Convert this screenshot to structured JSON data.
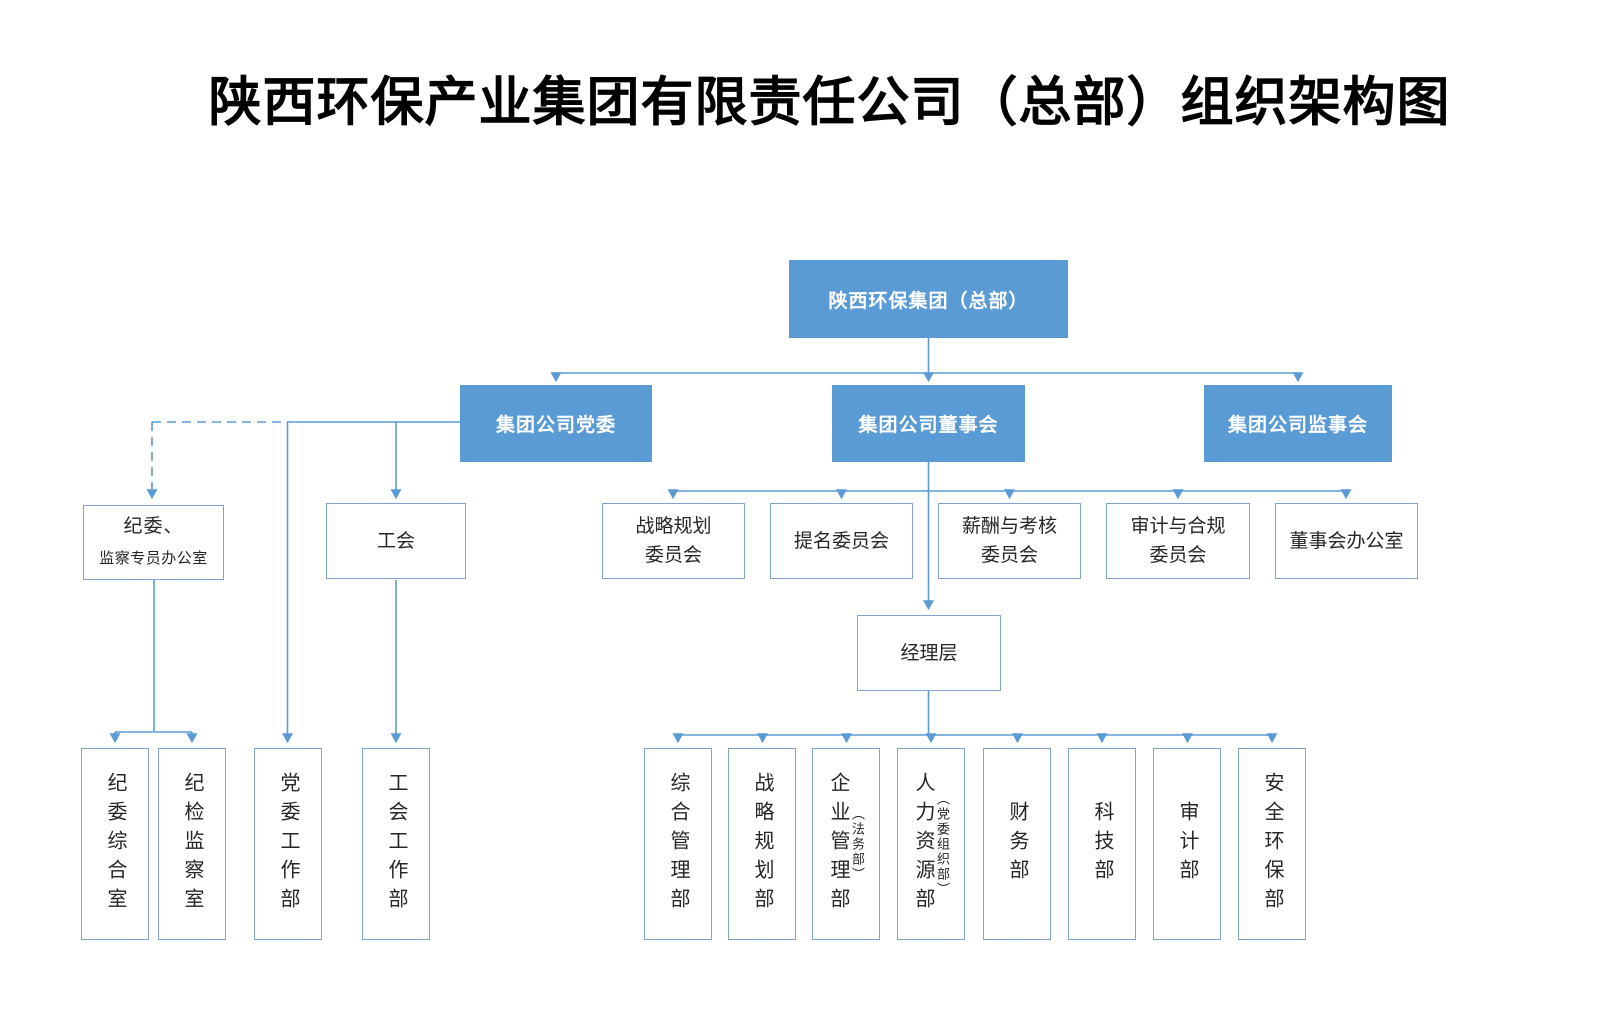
{
  "title": "陕西环保产业集团有限责任公司（总部）组织架构图",
  "colors": {
    "node_fill_blue": "#5b9bd5",
    "node_text_on_blue": "#ffffff",
    "connector_line": "#5b9bd5",
    "white_box_border": "#7fa3cd",
    "text": "#262626"
  },
  "nodes": {
    "hq": {
      "label": "陕西环保集团（总部）"
    },
    "party_committee": {
      "label": "集团公司党委"
    },
    "board": {
      "label": "集团公司董事会"
    },
    "supervisory_board": {
      "label": "集团公司监事会"
    },
    "discipline_office": {
      "line1": "纪委、",
      "line2": "监察专员办公室"
    },
    "labor_union": {
      "label": "工会"
    },
    "management_layer": {
      "label": "经理层"
    }
  },
  "board_committees": [
    {
      "label": "战略规划\n委员会"
    },
    {
      "label": "提名委员会"
    },
    {
      "label": "薪酬与考核\n委员会"
    },
    {
      "label": "审计与合规\n委员会"
    },
    {
      "label": "董事会办公室"
    }
  ],
  "party_departments": [
    {
      "label": "纪委综合室"
    },
    {
      "label": "纪检监察室"
    },
    {
      "label": "党委工作部"
    },
    {
      "label": "工会工作部"
    }
  ],
  "management_departments": [
    {
      "label": "综合管理部",
      "sub": ""
    },
    {
      "label": "战略规划部",
      "sub": ""
    },
    {
      "label": "企业管理部",
      "sub": "（法务部）"
    },
    {
      "label": "人力资源部",
      "sub": "（党委组织部）"
    },
    {
      "label": "财务部",
      "sub": ""
    },
    {
      "label": "科技部",
      "sub": ""
    },
    {
      "label": "审计部",
      "sub": ""
    },
    {
      "label": "安全环保部",
      "sub": ""
    }
  ]
}
